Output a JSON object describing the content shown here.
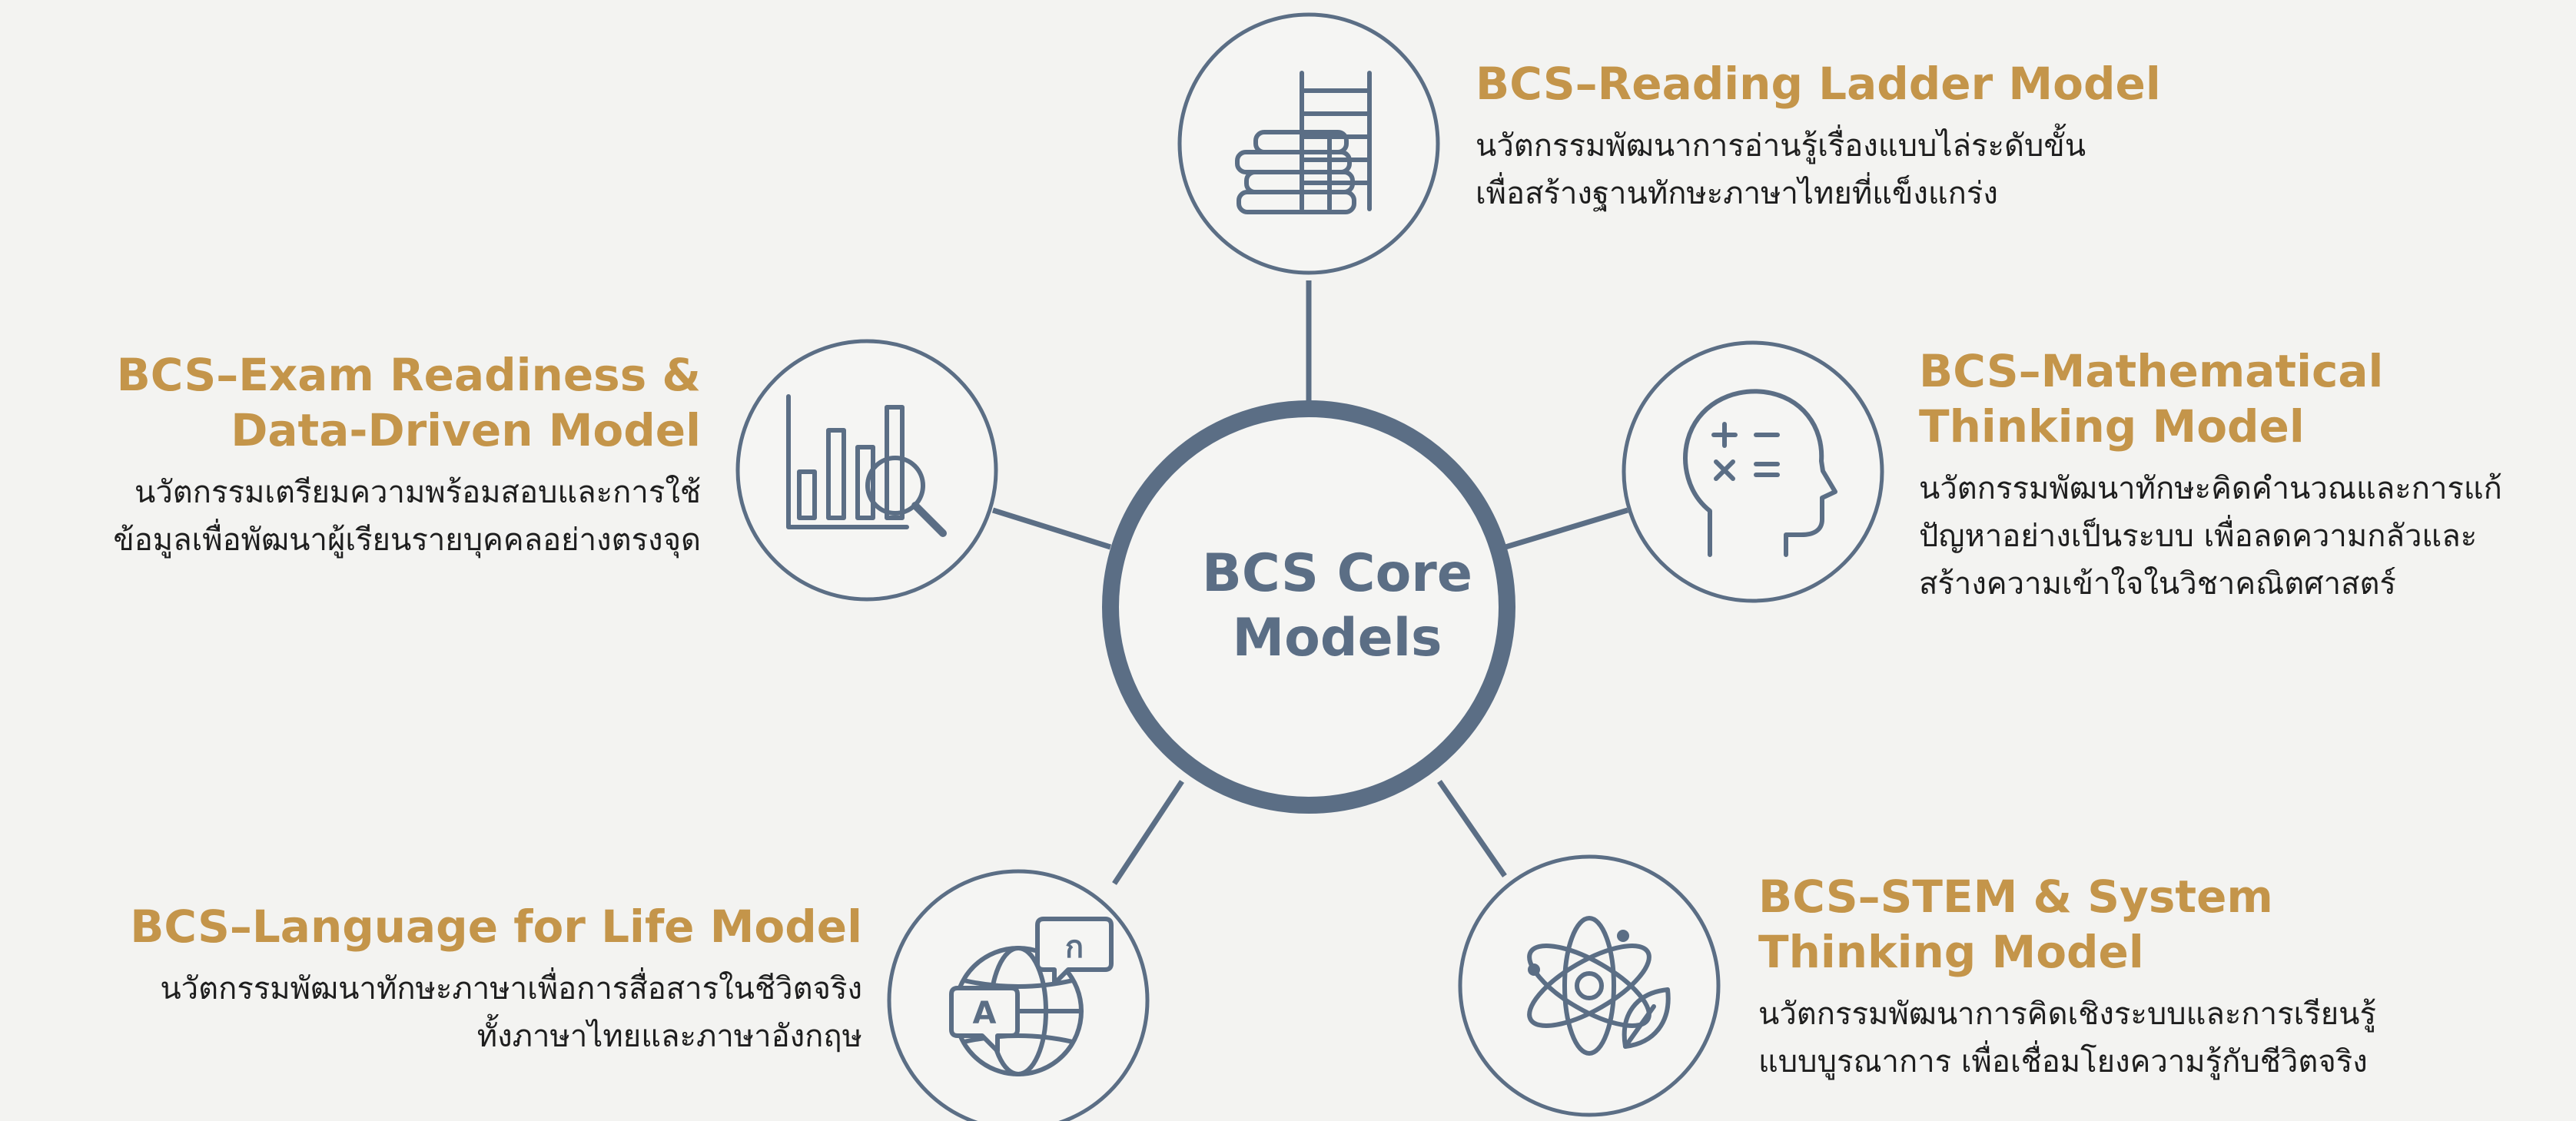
{
  "core": {
    "title_lines": [
      "BCS Core",
      "Models"
    ]
  },
  "models": {
    "reading": {
      "icon": "ladder-books-icon",
      "title_lines": [
        "BCS–Reading Ladder Model"
      ],
      "desc_lines": [
        "นวัตกรรมพัฒนาการอ่านรู้เรื่องแบบไล่ระดับขั้น",
        "เพื่อสร้างฐานทักษะภาษาไทยที่แข็งแกร่ง"
      ]
    },
    "math": {
      "icon": "head-math-icon",
      "title_lines": [
        "BCS–Mathematical",
        "Thinking Model"
      ],
      "desc_lines": [
        "นวัตกรรมพัฒนาทักษะคิดคำนวณและการแก้",
        "ปัญหาอย่างเป็นระบบ เพื่อลดความกลัวและ",
        "สร้างความเข้าใจในวิชาคณิตศาสตร์"
      ]
    },
    "stem": {
      "icon": "atom-leaf-icon",
      "title_lines": [
        "BCS–STEM & System",
        "Thinking Model"
      ],
      "desc_lines": [
        "นวัตกรรมพัฒนาการคิดเชิงระบบและการเรียนรู้",
        "แบบบูรณาการ เพื่อเชื่อมโยงความรู้กับชีวิตจริง"
      ]
    },
    "exam": {
      "icon": "chart-magnifier-icon",
      "title_lines": [
        "BCS–Exam Readiness &",
        "Data-Driven Model"
      ],
      "desc_lines": [
        "นวัตกรรมเตรียมความพร้อมสอบและการใช้",
        "ข้อมูลเพื่อพัฒนาผู้เรียนรายบุคคลอย่างตรงจุด"
      ]
    },
    "language": {
      "icon": "globe-speech-icon",
      "title_lines": [
        "BCS–Language for Life Model"
      ],
      "desc_lines": [
        "นวัตกรรมพัฒนาทักษะภาษาเพื่อการสื่อสารในชีวิตจริง",
        "ทั้งภาษาไทยและภาษาอังกฤษ"
      ],
      "icon_glyphs": [
        "ก",
        "A"
      ]
    }
  },
  "colors": {
    "accent_title": "#c4954a",
    "structure": "#5b6e85",
    "background": "#f3f3f1",
    "body_text": "#1e1e1e"
  }
}
